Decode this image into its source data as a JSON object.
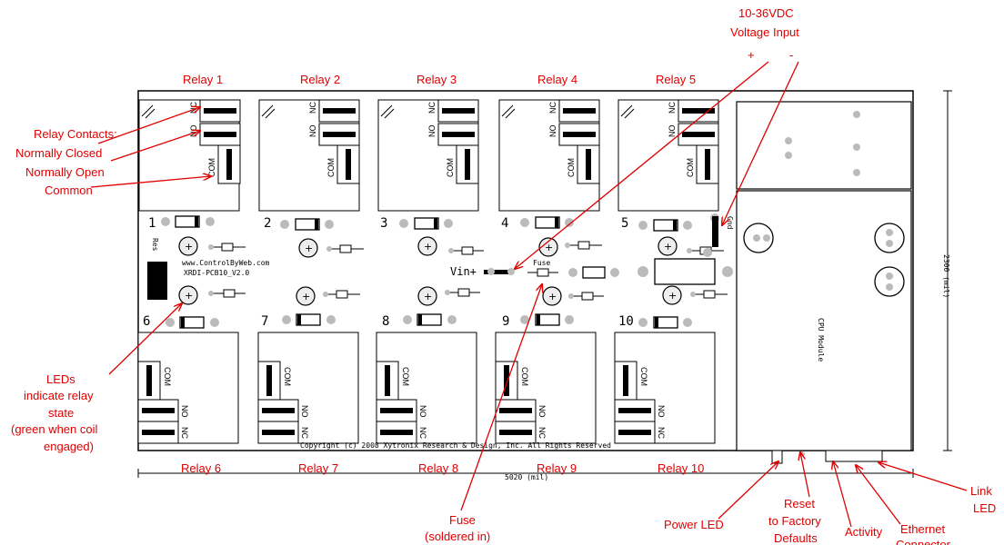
{
  "relay_labels_top": [
    "Relay 1",
    "Relay 2",
    "Relay 3",
    "Relay 4",
    "Relay 5"
  ],
  "relay_labels_bottom": [
    "Relay 6",
    "Relay 7",
    "Relay 8",
    "Relay 9",
    "Relay 10"
  ],
  "board_numbers_top": [
    "1",
    "2",
    "3",
    "4",
    "5"
  ],
  "board_numbers_bottom": [
    "6",
    "7",
    "8",
    "9",
    "10"
  ],
  "pin_labels": {
    "nc": "NC",
    "no": "NO",
    "com": "COM"
  },
  "voltage_input": {
    "line1": "10-36VDC",
    "line2": "Voltage Input",
    "plus": "+",
    "minus": "-"
  },
  "relay_contacts": {
    "line1": "Relay Contacts:",
    "line2": "Normally Closed",
    "line3": "Normally Open",
    "line4": "Common"
  },
  "leds": {
    "line1": "LEDs",
    "line2": "indicate relay",
    "line3": "state",
    "line4": "(green when coil",
    "line5": "engaged)"
  },
  "fuse": {
    "line1": "Fuse",
    "line2": "(soldered in)"
  },
  "bottom_labels": {
    "power_led": "Power LED",
    "reset1": "Reset",
    "reset2": "to Factory",
    "reset3": "Defaults",
    "activity": "Activity",
    "ethernet1": "Ethernet",
    "ethernet2": "Connector",
    "link1": "Link",
    "link2": "LED"
  },
  "board_text": {
    "website": "www.ControlByWeb.com",
    "model": "XRDI-PCB10_V2.0",
    "copyright": "Copyright (c) 2008 Xytronix Research & Design, Inc.  All Rights Reserved",
    "vin": "Vin+",
    "fuse": "Fuse",
    "gnd": "Gnd",
    "width_dim": "5020 (mil)",
    "height_dim": "2300 (mil)",
    "cpu_module": "CPU Module",
    "reset_mark": "Res"
  }
}
